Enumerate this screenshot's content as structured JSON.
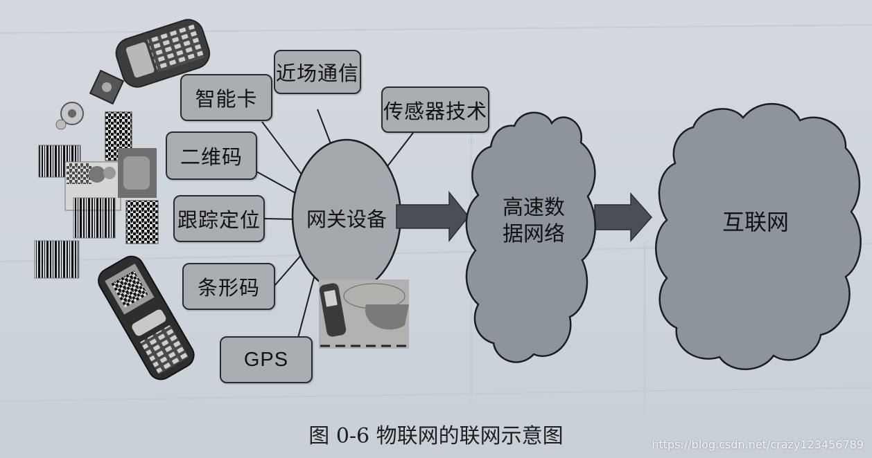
{
  "nodes": {
    "gateway": "网关设备",
    "network": "高速数\n据网络",
    "internet": "互联网"
  },
  "technologies": [
    "近场通信",
    "智能卡",
    "传感器技术",
    "二维码",
    "跟踪定位",
    "条形码",
    "GPS"
  ],
  "caption": "图 0-6    物联网的联网示意图",
  "watermark": "https://blog.csdn.net/crazy123456789",
  "colors": {
    "box_fill": "#a9aeb3",
    "cloud_fill": "#8e949b",
    "arrow_fill": "#4a4f55",
    "stroke": "#2b2b2b"
  },
  "icons": [
    "handheld-terminal-image",
    "barcode-scanner-image",
    "mobile-phone-image",
    "qr-code-image",
    "barcode-image",
    "rfid-tag-image"
  ]
}
